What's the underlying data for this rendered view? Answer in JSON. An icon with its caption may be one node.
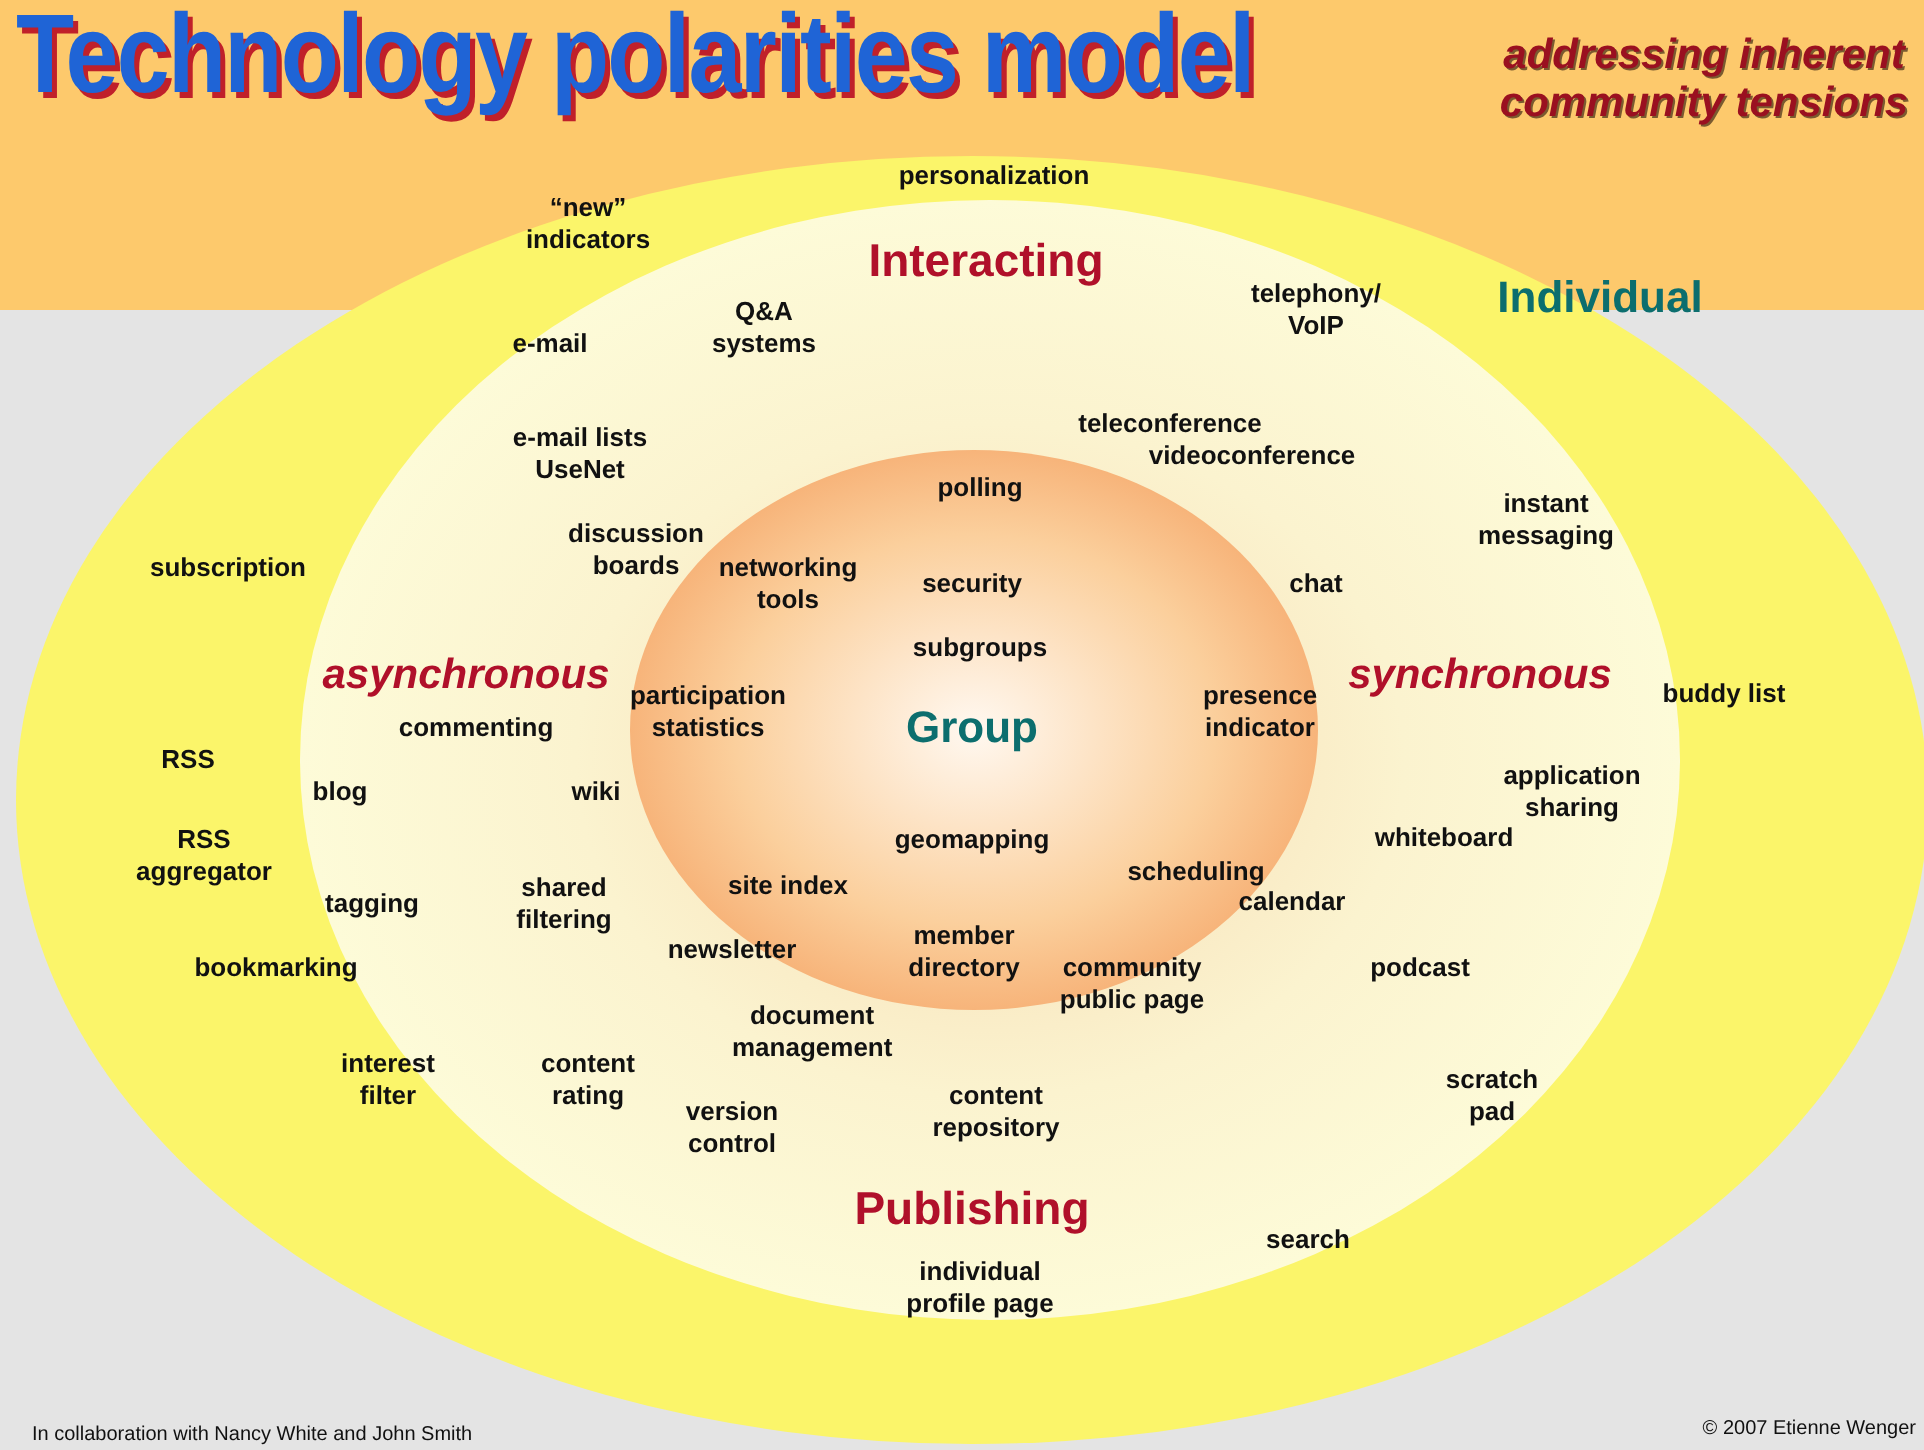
{
  "diagram": {
    "title": "Technology polarities model",
    "labels": [
      "addressing inherent community tensions",
      "personalization",
      "“new” indicators",
      "Interacting",
      "telephony/ VoIP",
      "Individual",
      "e-mail",
      "Q&A systems",
      "teleconference",
      "videoconference",
      "e-mail lists UseNet",
      "polling",
      "instant messaging",
      "subscription",
      "discussion boards",
      "networking tools",
      "security",
      "chat",
      "subgroups",
      "asynchronous",
      "participation statistics",
      "Group",
      "presence indicator",
      "synchronous",
      "buddy list",
      "commenting",
      "RSS",
      "blog",
      "wiki",
      "application sharing",
      "RSS aggregator",
      "geomapping",
      "whiteboard",
      "tagging",
      "shared filtering",
      "site index",
      "scheduling",
      "calendar",
      "newsletter",
      "member directory",
      "bookmarking",
      "community public page",
      "podcast",
      "document management",
      "interest filter",
      "content rating",
      "version control",
      "content repository",
      "scratch pad",
      "Publishing",
      "search",
      "individual profile page",
      "In collaboration with Nancy White and John Smith",
      "© 2007 Etienne Wenger"
    ]
  }
}
